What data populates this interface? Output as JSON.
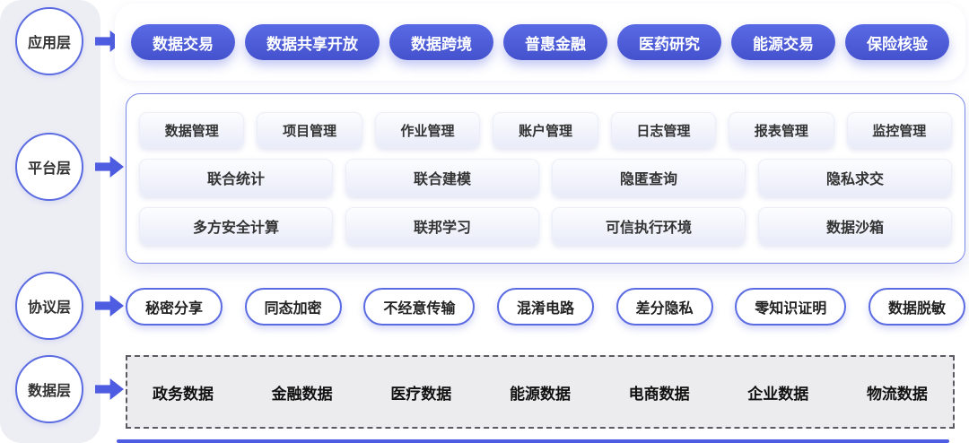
{
  "rail": {
    "badges": [
      {
        "label": "应用层"
      },
      {
        "label": "平台层"
      },
      {
        "label": "协议层"
      },
      {
        "label": "数据层"
      }
    ]
  },
  "application": {
    "items": [
      "数据交易",
      "数据共享开放",
      "数据跨境",
      "普惠金融",
      "医药研究",
      "能源交易",
      "保险核验"
    ]
  },
  "platform": {
    "row1": [
      "数据管理",
      "项目管理",
      "作业管理",
      "账户管理",
      "日志管理",
      "报表管理",
      "监控管理"
    ],
    "row2": [
      "联合统计",
      "联合建模",
      "隐匿查询",
      "隐私求交"
    ],
    "row3": [
      "多方安全计算",
      "联邦学习",
      "可信执行环境",
      "数据沙箱"
    ]
  },
  "protocol": {
    "items": [
      "秘密分享",
      "同态加密",
      "不经意传输",
      "混淆电路",
      "差分隐私",
      "零知识证明",
      "数据脱敏"
    ]
  },
  "data_layer": {
    "items": [
      "政务数据",
      "金融数据",
      "医疗数据",
      "能源数据",
      "电商数据",
      "企业数据",
      "物流数据"
    ]
  },
  "colors": {
    "accent": "#4d5ce0",
    "pill_gradient_top": "#5a6ae4",
    "pill_gradient_bottom": "#4452cd",
    "badge_border": "#5b6be1",
    "rail_background": "#ededf4",
    "platform_border": "#7a88ea",
    "data_panel_background": "#ececee",
    "data_panel_border": "#5b5b64",
    "text_dark": "#333333"
  }
}
